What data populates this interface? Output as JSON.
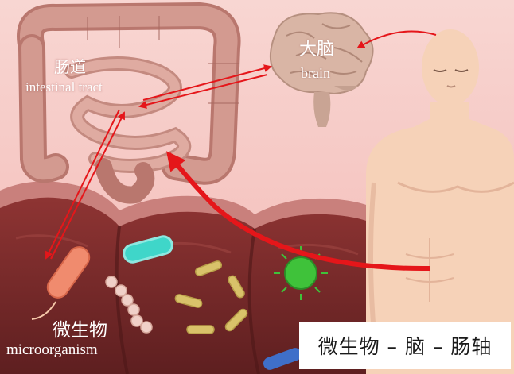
{
  "labels": {
    "intestine_cn": "肠道",
    "intestine_en": "intestinal tract",
    "brain_cn": "大脑",
    "brain_en": "brain",
    "microbe_cn": "微生物",
    "microbe_en": "microorganism"
  },
  "caption": "微生物 – 脑 – 肠轴",
  "colors": {
    "background": "#f7c9c6",
    "wall": "#7c2c2b",
    "arrow": "#e5161a",
    "skin": "#f6d2b8",
    "intestine": "#c98f86",
    "brain": "#d9b5a5"
  },
  "icons": [
    "human-figure-icon",
    "brain-icon",
    "intestine-icon",
    "bacteria-icon"
  ]
}
